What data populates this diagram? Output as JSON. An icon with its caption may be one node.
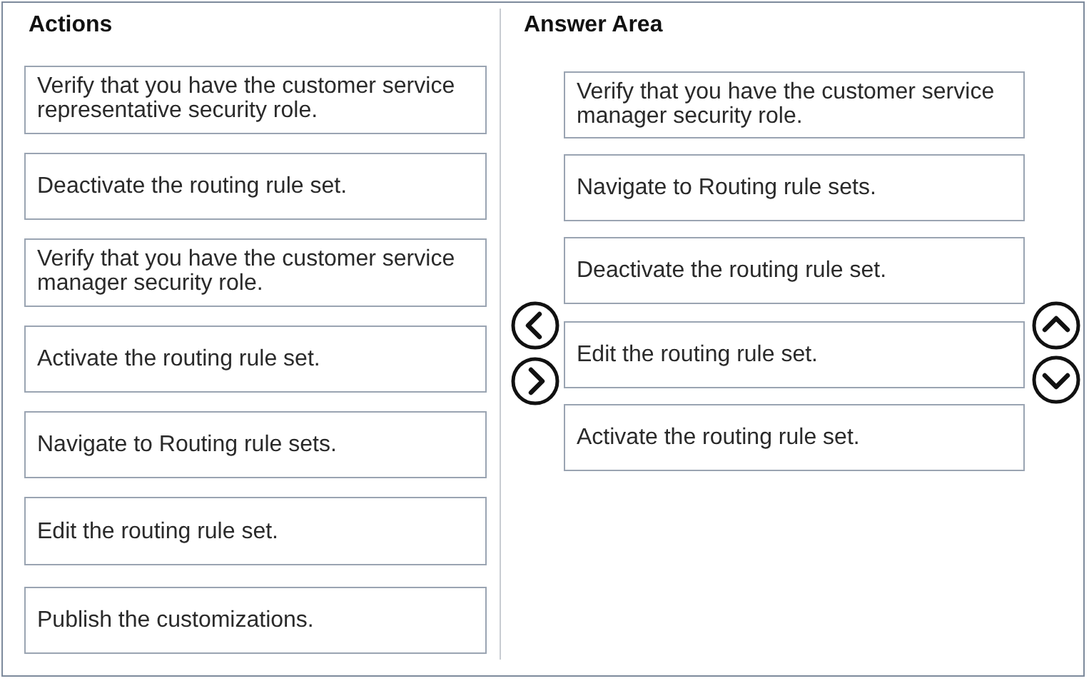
{
  "diagram": {
    "nodes": [
      {
        "text": [
          "Verify that you have the customer service representative security role."
        ]
      },
      {
        "text": [
          "Deactivate the routing rule set."
        ]
      },
      {
        "text": [
          "Verify that you have the customer service manager security role."
        ]
      },
      {
        "text": [
          "Activate the routing rule set."
        ]
      },
      {
        "text": [
          "Navigate to Routing rule sets."
        ]
      },
      {
        "text": [
          "Edit the routing rule set."
        ]
      },
      {
        "text": [
          "Publish the customizations."
        ]
      },
      {
        "text": [
          "Verify that you have the customer service manager security role."
        ]
      },
      {
        "text": [
          "Navigate to Routing rule sets."
        ]
      },
      {
        "text": [
          "Deactivate the routing rule set."
        ]
      },
      {
        "text": [
          "Edit the routing rule set."
        ]
      },
      {
        "text": [
          "Activate the routing rule set."
        ]
      }
    ],
    "labels": [
      "Actions",
      "Answer Area"
    ]
  }
}
